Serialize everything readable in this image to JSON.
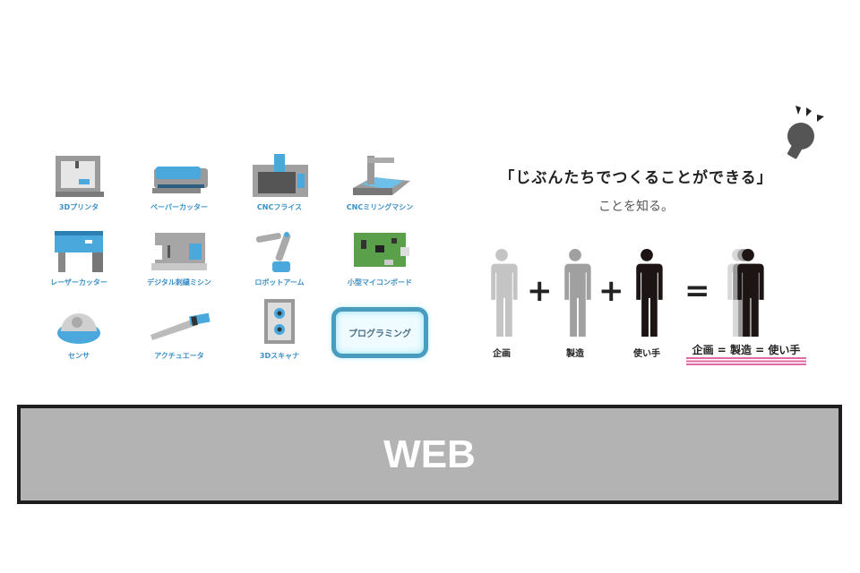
{
  "tools": [
    {
      "label": "3Dプリンタ",
      "icon": "3d-printer-icon"
    },
    {
      "label": "ペーパーカッター",
      "icon": "paper-cutter-icon"
    },
    {
      "label": "CNCフライス",
      "icon": "cnc-mill-icon"
    },
    {
      "label": "CNCミリングマシン",
      "icon": "cnc-milling-machine-icon"
    },
    {
      "label": "レーザーカッター",
      "icon": "laser-cutter-icon"
    },
    {
      "label": "デジタル刺繍ミシン",
      "icon": "embroidery-machine-icon"
    },
    {
      "label": "ロボットアーム",
      "icon": "robot-arm-icon"
    },
    {
      "label": "小型マイコンボード",
      "icon": "microcontroller-board-icon"
    },
    {
      "label": "センサ",
      "icon": "sensor-icon"
    },
    {
      "label": "アクチュエータ",
      "icon": "actuator-icon"
    },
    {
      "label": "3Dスキャナ",
      "icon": "3d-scanner-icon"
    }
  ],
  "programming": "プログラミング",
  "quote": "「じぶんたちでつくることができる」",
  "subtitle": "ことを知る。",
  "roles": {
    "plan": "企画",
    "make": "製造",
    "use": "使い手",
    "equation": "企画 = 製造 = 使い手"
  },
  "operators": {
    "plus": "+",
    "equals": "="
  },
  "web": "WEB",
  "colors": {
    "accent": "#3a8fc7",
    "pink": "#e06aa8",
    "box": "#b3b3b3"
  }
}
